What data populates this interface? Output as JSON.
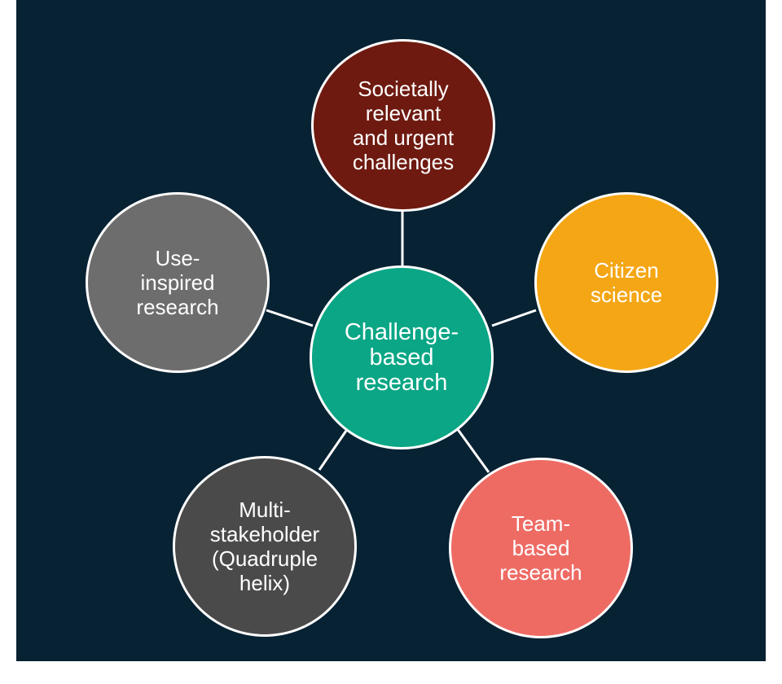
{
  "colors": {
    "background": "#072233",
    "link": "#ffffff",
    "center": "#0aa685",
    "societal": "#6e1a10",
    "citizen": "#f4a614",
    "team": "#ee6b64",
    "multistakeholder": "#4a4a4a",
    "use_inspired": "#6d6d6d"
  },
  "diagram": {
    "center": {
      "label": "Challenge-\nbased\nresearch"
    },
    "satellites": [
      {
        "id": "societal",
        "label": "Societally\nrelevant\nand urgent\nchallenges"
      },
      {
        "id": "citizen",
        "label": "Citizen\nscience"
      },
      {
        "id": "team",
        "label": "Team-\nbased\nresearch"
      },
      {
        "id": "multistakeholder",
        "label": "Multi-\nstakeholder\n(Quadruple\nhelix)"
      },
      {
        "id": "use_inspired",
        "label": "Use-\ninspired\nresearch"
      }
    ]
  }
}
